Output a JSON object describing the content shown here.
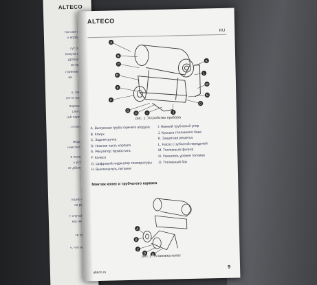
{
  "left_page": {
    "logo": "ALTECO",
    "snippets": [
      "так кап тёп",
      "к ворвань в",
      "гут портпо",
      "кожуха и",
      "дратьвиять",
      "ки предвом",
      "горение топ",
      "ве",
      "к, так кок",
      "коч и гри",
      "порошком (",
      "сли они",
      "гнё порошк",
      ". и нагрева",
      "модифика",
      "нчество и",
      "е использ",
      "ь устройс",
      "от дбслуж",
      "вщно оста",
      "ки решене",
      "т случай",
      "еш не пр",
      "те пр",
      "ч, что на"
    ]
  },
  "page": {
    "logo": "ALTECO",
    "lang": "RU",
    "figure1_caption": "рис. 1. Устройство прибора",
    "figure1_labels": [
      "A",
      "B",
      "C",
      "D",
      "E",
      "F",
      "G",
      "H",
      "I",
      "J",
      "K",
      "L",
      "M",
      "N",
      "O"
    ],
    "legend_left": [
      "A. Выпускная труба горячего воздуха",
      "B. Кожух",
      "C. Задняя ручка",
      "D. Нижняя часть корпуса",
      "E. Регулятор термостата",
      "F. Колесо",
      "G. Цифровой индикатор температуры",
      "H. Выключатель питания"
    ],
    "legend_right": [
      "I. Нижний трубчатый упор",
      "J. Крышка топливного бака",
      "K. Защитная решетка",
      "L. Насос с зубчатой передачей",
      "M. Топливный фильтр",
      "N. Указатель уровня топлива",
      "O. Топливный бак"
    ],
    "section_heading": "Монтаж колес и трубчатого каркаса",
    "figure2_caption": "рис. 2. Установка колес",
    "figure2_labels": [
      "A",
      "B",
      "C",
      "D",
      "E"
    ],
    "footer_site": "alteco.ru",
    "page_number": "9"
  }
}
